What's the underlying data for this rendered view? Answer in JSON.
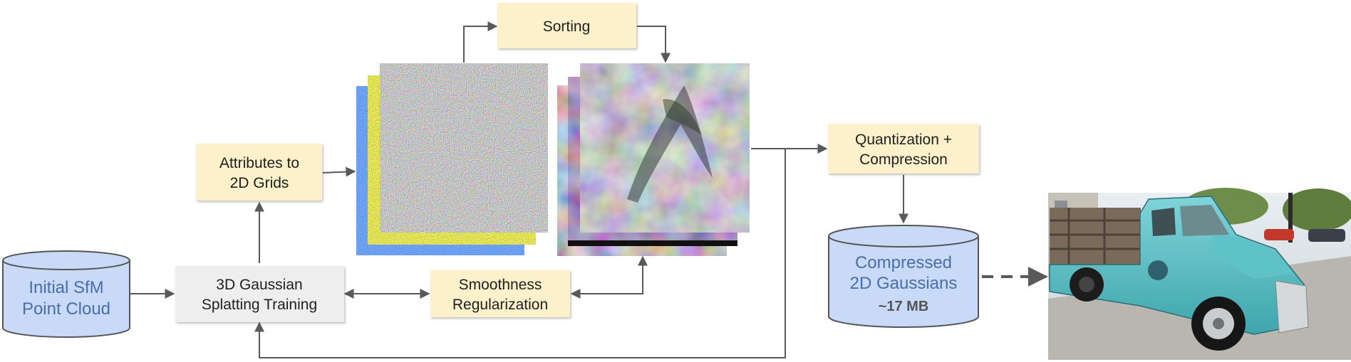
{
  "nodes": {
    "sfm": {
      "line1": "Initial SfM",
      "line2": "Point Cloud"
    },
    "training": {
      "line1": "3D Gaussian",
      "line2": "Splatting Training"
    },
    "attributes": {
      "line1": "Attributes to",
      "line2": "2D Grids"
    },
    "sorting": {
      "label": "Sorting"
    },
    "smoothness": {
      "line1": "Smoothness",
      "line2": "Regularization"
    },
    "quantization": {
      "line1": "Quantization +",
      "line2": "Compression"
    },
    "compressed": {
      "line1": "Compressed",
      "line2": "2D Gaussians",
      "size": "~17 MB"
    }
  },
  "colors": {
    "process_box": "#fdf1cc",
    "training_box": "#eeeeee",
    "database_fill": "#c9daf8",
    "database_stroke": "#555555",
    "arrow": "#595959"
  },
  "icons": {
    "random_grid": "noise-texture-icon",
    "sorted_grid": "smooth-texture-icon",
    "render": "truck-photo-icon"
  }
}
